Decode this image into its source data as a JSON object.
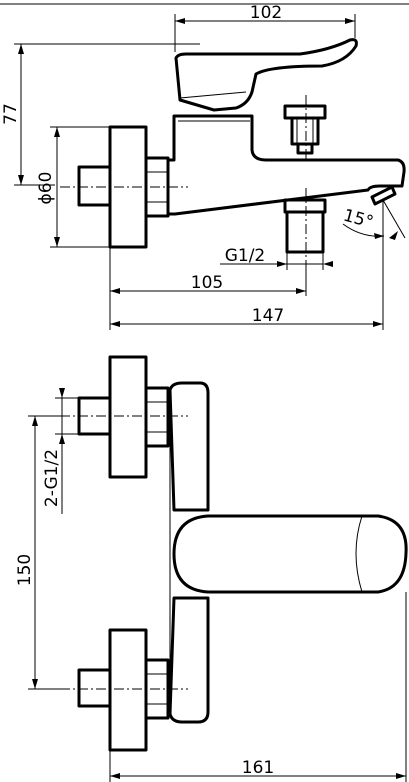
{
  "side_view": {
    "width_top": "102",
    "height_left": "77",
    "diameter": "ϕ60",
    "thread": "G1/2",
    "depth_mid": "105",
    "depth_total": "147",
    "angle": "15°"
  },
  "front_view": {
    "thread_pair": "2-G1/2",
    "centres": "150",
    "width_total": "161"
  }
}
